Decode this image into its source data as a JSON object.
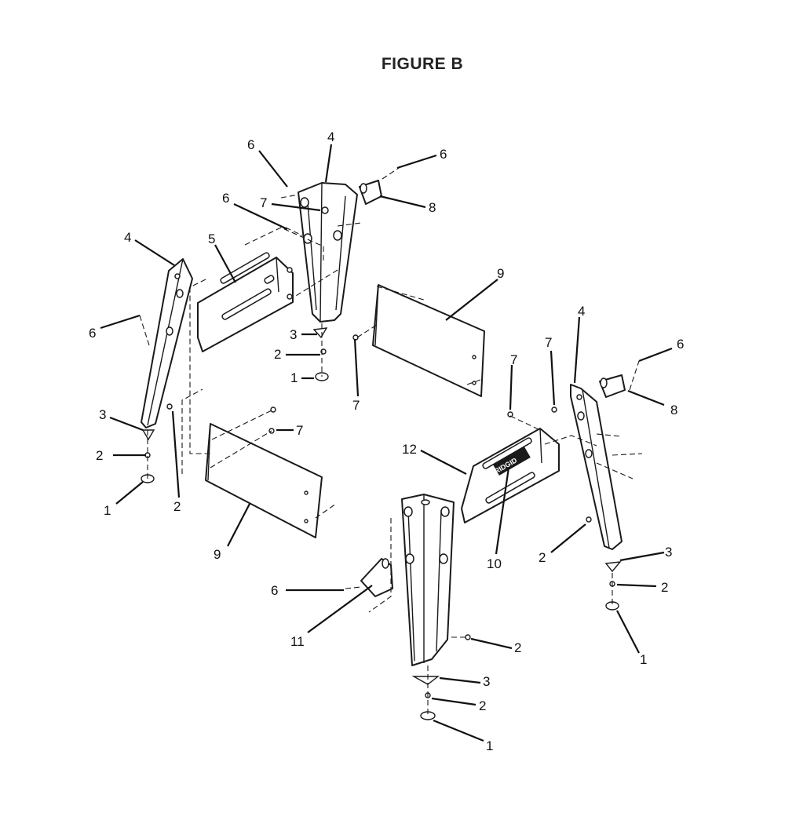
{
  "figure": {
    "title": "FIGURE B"
  },
  "logo_text": "RIDGID",
  "callouts": [
    "1",
    "2",
    "3",
    "4",
    "5",
    "6",
    "7",
    "8",
    "9",
    "10",
    "11",
    "12"
  ]
}
